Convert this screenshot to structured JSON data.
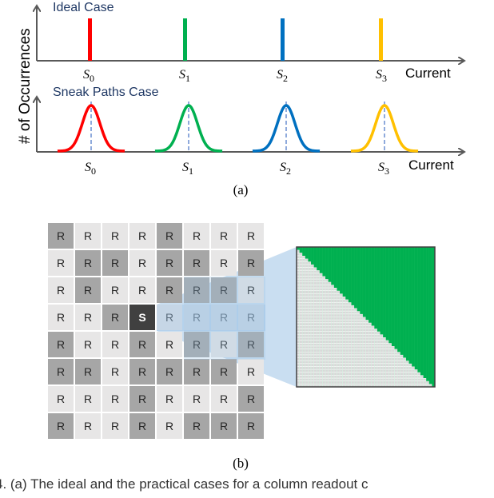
{
  "colors": {
    "axis": "#595959",
    "case_label": "#1f3864",
    "dashed": "#8faadc",
    "state_colors": [
      "#ff0000",
      "#00b050",
      "#0070c0",
      "#ffc000"
    ],
    "cell_light": "#e7e6e6",
    "cell_dark": "#a6a6a6",
    "cell_selected": "#404040",
    "zoom_fill": "#9dc3e6",
    "zoom_green": "#00b050",
    "zoom_gray": "#d9d9d9"
  },
  "panel_a": {
    "y_axis_label": "# of Occurrences",
    "ideal_label": "Ideal Case",
    "sneak_label": "Sneak Paths Case",
    "x_axis_label": "Current",
    "states": [
      {
        "base": "S",
        "sub": "0"
      },
      {
        "base": "S",
        "sub": "1"
      },
      {
        "base": "S",
        "sub": "2"
      },
      {
        "base": "S",
        "sub": "3"
      }
    ],
    "panel_label": "(a)"
  },
  "panel_b": {
    "cell_letter": "R",
    "selected_letter": "S",
    "grid": [
      [
        "d",
        "l",
        "l",
        "l",
        "d",
        "l",
        "l",
        "l"
      ],
      [
        "l",
        "d",
        "d",
        "l",
        "d",
        "d",
        "l",
        "d"
      ],
      [
        "l",
        "d",
        "l",
        "l",
        "d",
        "d",
        "d",
        "l"
      ],
      [
        "l",
        "l",
        "d",
        "s",
        "l",
        "l",
        "l",
        "l"
      ],
      [
        "d",
        "l",
        "l",
        "d",
        "l",
        "d",
        "l",
        "d"
      ],
      [
        "d",
        "d",
        "l",
        "d",
        "d",
        "d",
        "d",
        "l"
      ],
      [
        "l",
        "l",
        "l",
        "d",
        "l",
        "l",
        "l",
        "d"
      ],
      [
        "d",
        "l",
        "l",
        "d",
        "l",
        "d",
        "d",
        "d"
      ]
    ],
    "panel_label": "(b)"
  },
  "caption": "4. (a) The ideal and the practical cases for a column readout c"
}
